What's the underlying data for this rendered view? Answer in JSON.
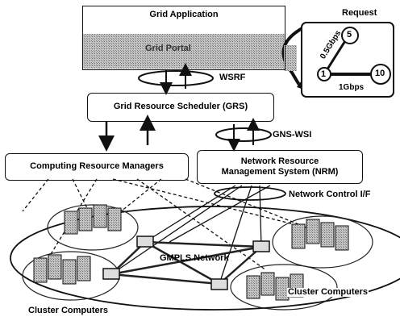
{
  "app": {
    "title": "Grid Application",
    "portal": "Grid Portal"
  },
  "scheduler": {
    "label": "Grid Resource Scheduler (GRS)",
    "interface_top": "WSRF",
    "interface_bottom": "GNS-WSI"
  },
  "managers": {
    "computing": "Computing Resource Managers",
    "network_line1": "Network Resource",
    "network_line2": "Management System (NRM)"
  },
  "network": {
    "control_if": "Network Control I/F",
    "gmpls": "GMPLS Network",
    "cluster_left": "Cluster Computers",
    "cluster_right": "Cluster Computers"
  },
  "request": {
    "title": "Request",
    "nodes": [
      "1",
      "5",
      "10"
    ],
    "edge_upper": "0.5Gbps",
    "edge_lower": "1Gbps"
  }
}
